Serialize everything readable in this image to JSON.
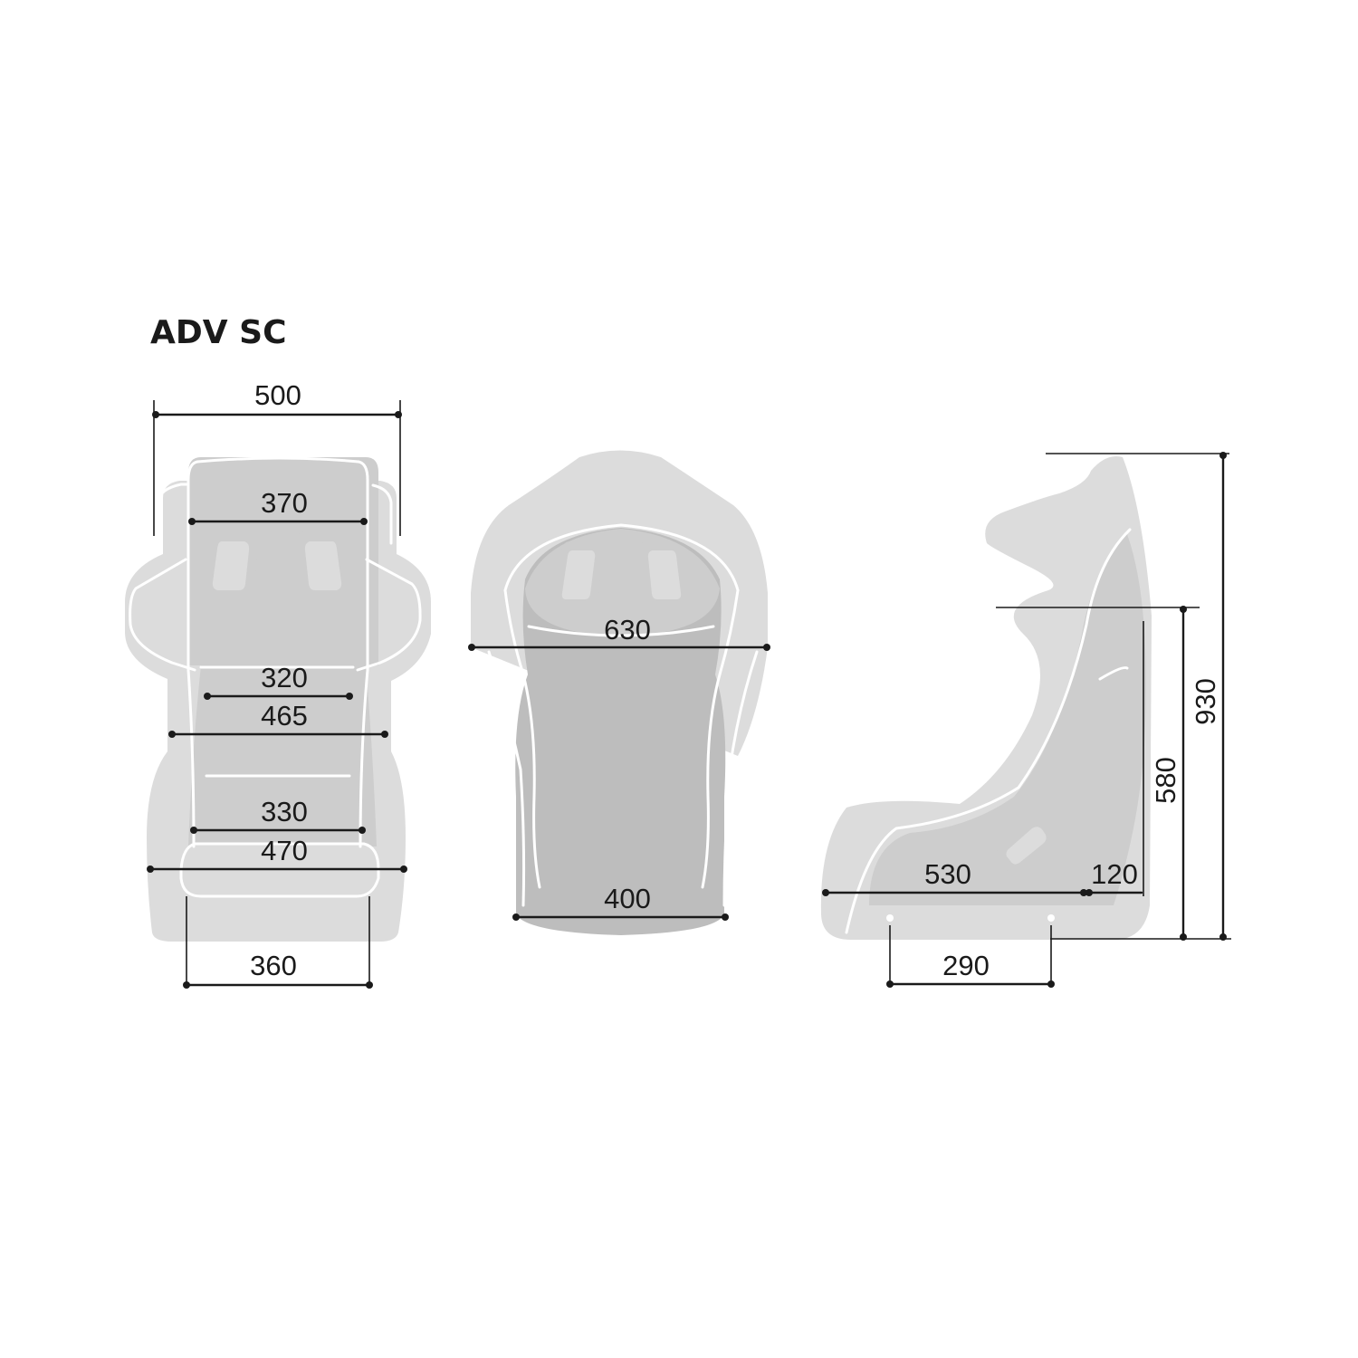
{
  "title": "ADV SC",
  "colors": {
    "background": "#ffffff",
    "seat_light": "#dcdcdc",
    "seat_mid": "#cdcdcd",
    "seat_dark": "#bdbdbd",
    "seam": "#ffffff",
    "dimension_line": "#1a1a1a",
    "text": "#1a1a1a"
  },
  "front_view": {
    "overall_width": "500",
    "headrest_width": "370",
    "shoulder_inner": "320",
    "shoulder_outer": "465",
    "hip_inner": "330",
    "hip_outer": "470",
    "base_width": "360"
  },
  "back_view": {
    "shoulder_width": "630",
    "bottom_width": "400"
  },
  "side_view": {
    "seat_depth": "530",
    "rear_offset": "120",
    "mount_spacing": "290",
    "shoulder_height": "580",
    "overall_height": "930"
  }
}
